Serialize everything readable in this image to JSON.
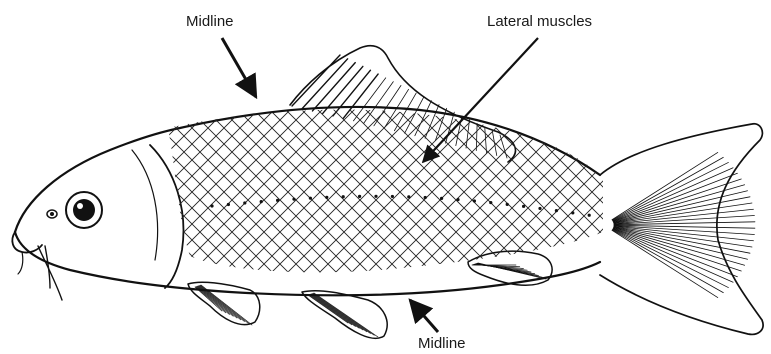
{
  "labels": {
    "midline_top": "Midline",
    "lateral_muscles": "Lateral muscles",
    "midline_bottom": "Midline"
  }
}
